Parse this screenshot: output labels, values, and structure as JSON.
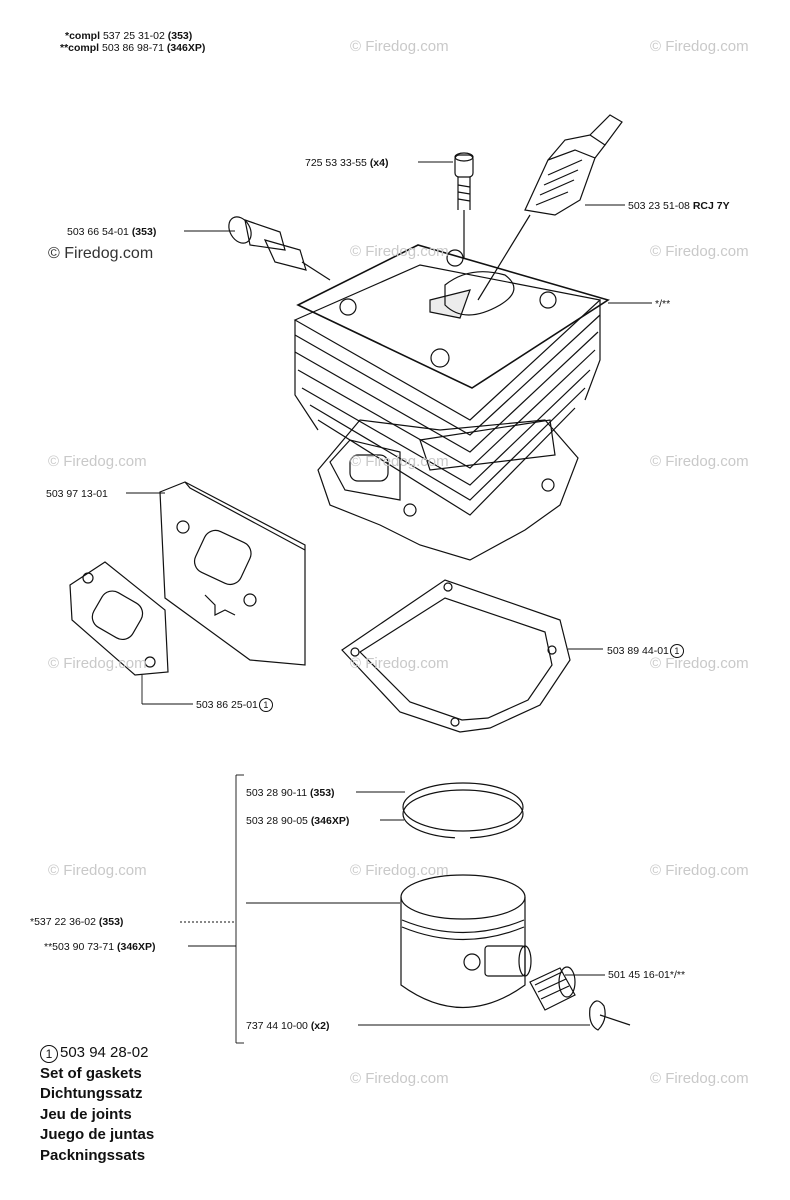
{
  "header": {
    "line1_prefix": "*compl",
    "line1_part": "537 25 31-02",
    "line1_model": "(353)",
    "line2_prefix": "**compl",
    "line2_part": "503 86 98-71",
    "line2_model": "(346XP)"
  },
  "watermark": {
    "text": "© Firedog.com"
  },
  "callouts": {
    "screw": {
      "part": "725 53 33-55",
      "qty": "(x4)"
    },
    "spark_plug": {
      "part": "503 23 51-08",
      "spec": "RCJ 7Y"
    },
    "decomp_valve": {
      "part": "503 66 54-01",
      "model": "(353)"
    },
    "cylinder": {
      "mark": "*/**"
    },
    "gasket_plate": {
      "part": "503 97 13-01"
    },
    "exhaust_gasket": {
      "part": "503 86 25-01",
      "circle": "1"
    },
    "base_gasket": {
      "part": "503 89 44-01",
      "circle": "1"
    },
    "ring_353": {
      "part": "503 28 90-11",
      "model": "(353)"
    },
    "ring_346": {
      "part": "503 28 90-05",
      "model": "(346XP)"
    },
    "piston_353": {
      "part": "*537 22 36-02",
      "model": "(353)"
    },
    "piston_346": {
      "part": "**503 90 73-71",
      "model": "(346XP)"
    },
    "bearing": {
      "part": "501 45 16-01*/**"
    },
    "circlip": {
      "part": "737 44 10-00",
      "qty": "(x2)"
    }
  },
  "legend": {
    "circle": "1",
    "part": "503 94 28-02",
    "lines": [
      "Set of gaskets",
      "Dichtungssatz",
      "Jeu de joints",
      "Juego de juntas",
      "Packningssats"
    ]
  }
}
